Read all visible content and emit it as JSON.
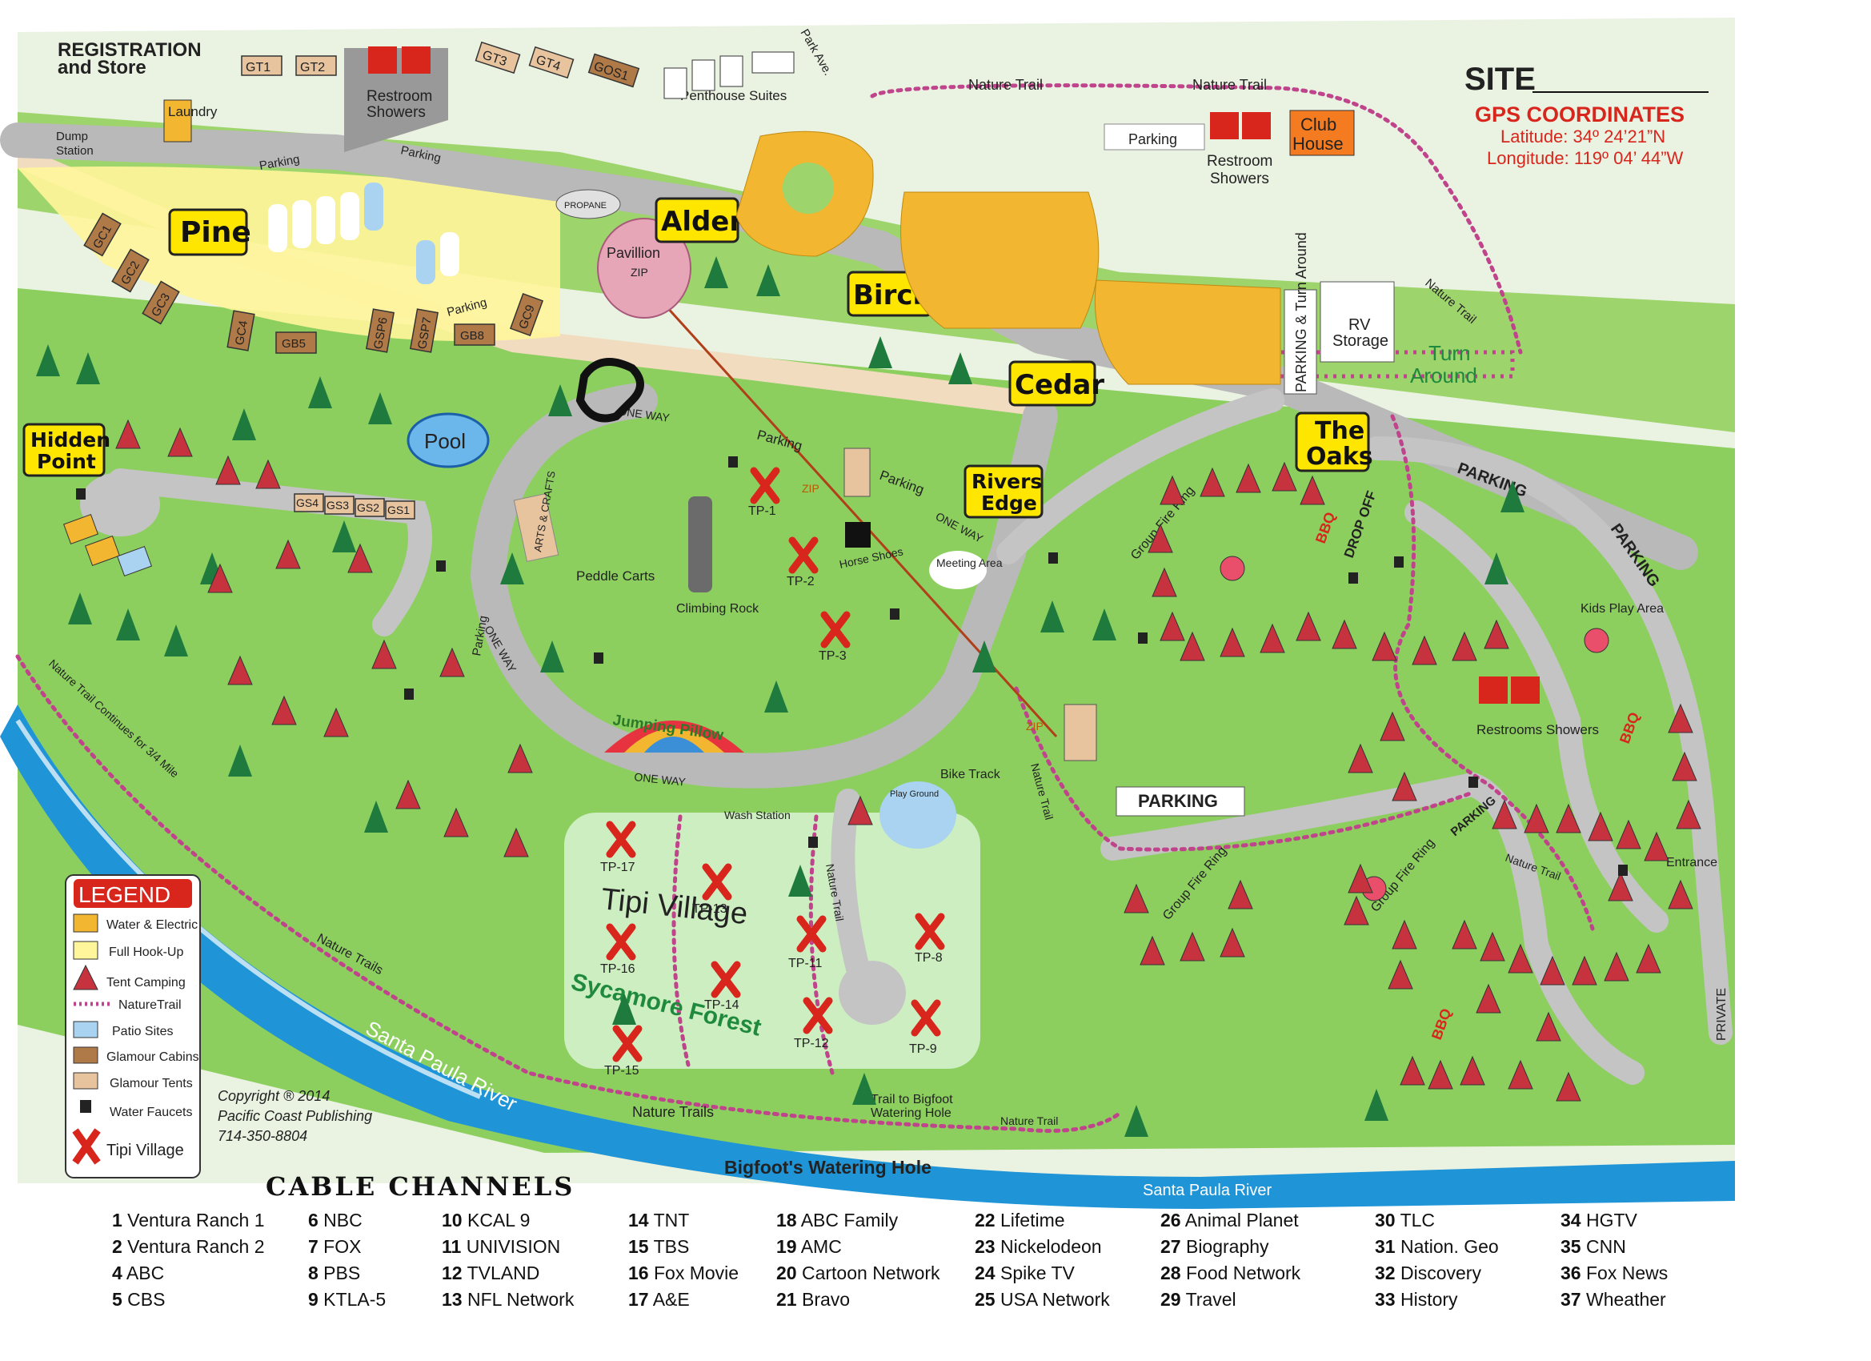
{
  "map": {
    "header": {
      "registration": "REGISTRATION",
      "and_store": "and Store",
      "laundry": "Laundry",
      "dump": "Dump",
      "station": "Station",
      "restroom": "Restroom",
      "showers": "Showers",
      "penthouse_suites": "Penthouse Suites",
      "park_ave": "Park Ave.",
      "nature_trail": "Nature Trail",
      "parking": "Parking",
      "club": "Club",
      "house": "House",
      "propane": "PROPANE"
    },
    "site_box": {
      "site_label": "SITE",
      "gps_title": "GPS COORDINATES",
      "latitude": "Latitude: 34º 24’21”N",
      "longitude": "Longitude: 119º 04’ 44”W"
    },
    "area_names": {
      "pine": "Pine",
      "alder": "Alder",
      "birch": "Birch",
      "cedar": "Cedar",
      "hidden": "Hidden",
      "point": "Point",
      "rivers": "Rivers",
      "edge": "Edge",
      "the": "The",
      "oaks": "Oaks",
      "pavillion": "Pavillion",
      "zip": "ZIP",
      "pool": "Pool",
      "rv": "RV",
      "storage": "Storage",
      "turn": "Turn",
      "around": "Around",
      "parking_turn_around": "PARKING & Turn Around"
    },
    "features": {
      "one_way": "ONE WAY",
      "peddle_carts": "Peddle Carts",
      "climbing_rock": "Climbing Rock",
      "arts_crafts": "ARTS & CRAFTS",
      "horse_shoes": "Horse Shoes",
      "meeting_area": "Meeting Area",
      "jumping_pillow": "Jumping Pillow",
      "wash_station": "Wash Station",
      "bike_track": "Bike Track",
      "play_ground": "Play Ground",
      "tipi_village": "Tipi Village",
      "sycamore_forest": "Sycamore Forest",
      "nature_trails": "Nature Trails",
      "nature_trail": "Nature Trail",
      "trail_to_bigfoot": "Trail to Bigfoot",
      "watering_hole": "Watering Hole",
      "bigfoots_watering_hole": "Bigfoot's Watering Hole",
      "santa_paula_river": "Santa Paula River",
      "nature_trail_continues": "Nature Trail Continues for 3/4 Mile",
      "group_fire_ring": "Group Fire Ring",
      "drop_off": "DROP OFF",
      "bbq": "BBQ",
      "kids_play_area": "Kids Play Area",
      "restrooms_showers": "Restrooms Showers",
      "parking_caps": "PARKING",
      "entrance": "Entrance",
      "private": "PRIVATE",
      "parking": "Parking"
    },
    "cabins": [
      "GT1",
      "GT2",
      "GT3",
      "GT4",
      "GOS1",
      "GC1",
      "GC2",
      "GC3",
      "GC4",
      "GB5",
      "GSP6",
      "GSP7",
      "GB8",
      "GC9",
      "GS4",
      "GS3",
      "GS2",
      "GS1"
    ],
    "tipis": [
      "TP-1",
      "TP-2",
      "TP-3",
      "TP-8",
      "TP-9",
      "TP-11",
      "TP-12",
      "TP-13",
      "TP-14",
      "TP-15",
      "TP-16",
      "TP-17"
    ],
    "copyright": {
      "line1": "Copyright ® 2014",
      "line2": "Pacific Coast Publishing",
      "line3": "714-350-8804"
    }
  },
  "legend": {
    "title": "LEGEND",
    "items": [
      {
        "label": "Water & Electric",
        "color": "#f2b630"
      },
      {
        "label": "Full Hook-Up",
        "color": "#fff59a"
      },
      {
        "label": "Tent Camping",
        "color": "#c6333f"
      },
      {
        "label": "NatureTrail",
        "color": "#c0448c"
      },
      {
        "label": "Patio Sites",
        "color": "#a9d3f0"
      },
      {
        "label": "Glamour Cabins",
        "color": "#b07a48"
      },
      {
        "label": "Glamour Tents",
        "color": "#e8c49e"
      },
      {
        "label": "Water Faucets",
        "color": "#222222"
      },
      {
        "label": "Tipi Village",
        "color": "#d8261d"
      }
    ]
  },
  "cable_channels": {
    "title": "CABLE CHANNELS",
    "columns": [
      [
        {
          "num": "1",
          "name": "Ventura Ranch 1"
        },
        {
          "num": "2",
          "name": "Ventura Ranch 2"
        },
        {
          "num": "4",
          "name": "ABC"
        },
        {
          "num": "5",
          "name": "CBS"
        }
      ],
      [
        {
          "num": "6",
          "name": "NBC"
        },
        {
          "num": "7",
          "name": "FOX"
        },
        {
          "num": "8",
          "name": "PBS"
        },
        {
          "num": "9",
          "name": "KTLA-5"
        }
      ],
      [
        {
          "num": "10",
          "name": "KCAL 9"
        },
        {
          "num": "11",
          "name": "UNIVISION"
        },
        {
          "num": "12",
          "name": "TVLAND"
        },
        {
          "num": "13",
          "name": "NFL Network"
        }
      ],
      [
        {
          "num": "14",
          "name": "TNT"
        },
        {
          "num": "15",
          "name": "TBS"
        },
        {
          "num": "16",
          "name": "Fox Movie"
        },
        {
          "num": "17",
          "name": "A&E"
        }
      ],
      [
        {
          "num": "18",
          "name": "ABC Family"
        },
        {
          "num": "19",
          "name": "AMC"
        },
        {
          "num": "20",
          "name": "Cartoon Network"
        },
        {
          "num": "21",
          "name": "Bravo"
        }
      ],
      [
        {
          "num": "22",
          "name": "Lifetime"
        },
        {
          "num": "23",
          "name": "Nickelodeon"
        },
        {
          "num": "24",
          "name": "Spike TV"
        },
        {
          "num": "25",
          "name": "USA Network"
        }
      ],
      [
        {
          "num": "26",
          "name": "Animal Planet"
        },
        {
          "num": "27",
          "name": "Biography"
        },
        {
          "num": "28",
          "name": "Food Network"
        },
        {
          "num": "29",
          "name": "Travel"
        }
      ],
      [
        {
          "num": "30",
          "name": "TLC"
        },
        {
          "num": "31",
          "name": "Nation.  Geo"
        },
        {
          "num": "32",
          "name": "Discovery"
        },
        {
          "num": "33",
          "name": "History"
        }
      ],
      [
        {
          "num": "34",
          "name": "HGTV"
        },
        {
          "num": "35",
          "name": "CNN"
        },
        {
          "num": "36",
          "name": "Fox News"
        },
        {
          "num": "37",
          "name": "Wheather"
        }
      ]
    ]
  }
}
